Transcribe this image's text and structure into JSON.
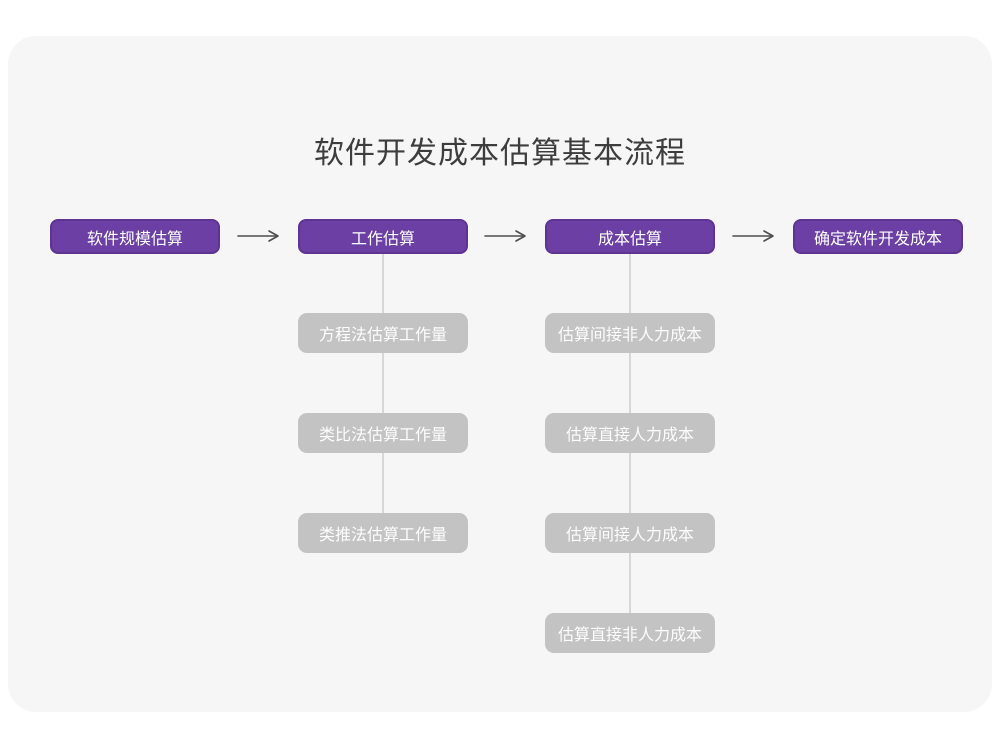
{
  "title": "软件开发成本估算基本流程",
  "colors": {
    "page_bg": "#ffffff",
    "card_bg": "#f6f6f6",
    "purple_fill": "#6c3fa4",
    "purple_border": "#5d3494",
    "gray_fill": "#c3c3c3",
    "node_text": "#ffffff",
    "connector_line": "#d7d7d7",
    "arrow": "#4d4d4d",
    "title_text": "#3d3d3d"
  },
  "flow": {
    "main_steps": [
      {
        "label": "软件规模估算"
      },
      {
        "label": "工作估算"
      },
      {
        "label": "成本估算"
      },
      {
        "label": "确定软件开发成本"
      }
    ],
    "work_methods": [
      "方程法估算工作量",
      "类比法估算工作量",
      "类推法估算工作量"
    ],
    "cost_items": [
      "估算间接非人力成本",
      "估算直接人力成本",
      "估算间接人力成本",
      "估算直接非人力成本"
    ]
  }
}
